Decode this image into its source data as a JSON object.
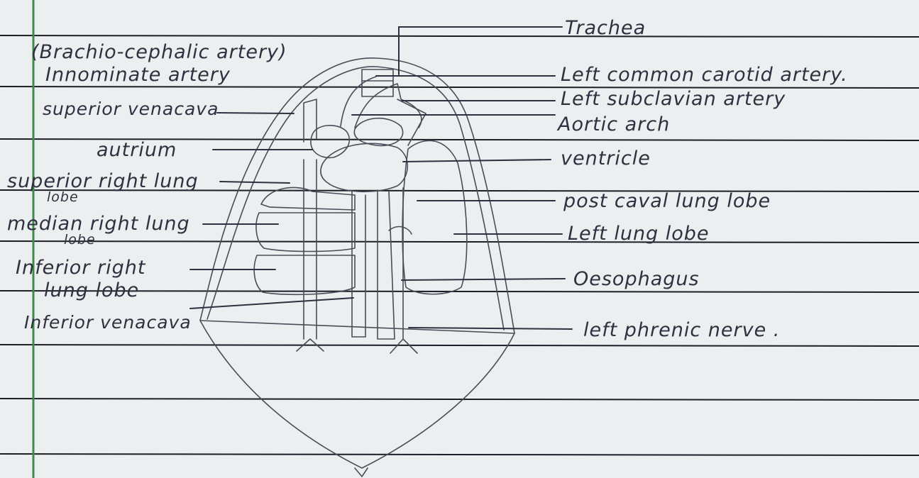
{
  "labels": {
    "left": {
      "brachiocephalic": "(Brachio-cephalic artery)",
      "innominate": "Innominate artery",
      "superior_vena_cava": "superior venacava",
      "atrium": "autrium",
      "superior_right_lung": "superior right lung",
      "superior_right_lung_2": "lobe",
      "median_right_lung": "median right lung",
      "median_right_lung_2": "lobe",
      "inferior_right": "Inferior right",
      "inferior_right_2": "lung lobe",
      "inferior_vena_cava": "Inferior venacava"
    },
    "right": {
      "trachea": "Trachea",
      "left_common_carotid": "Left common carotid artery.",
      "left_subclavian": "Left subclavian artery",
      "aortic_arch": "Aortic arch",
      "ventricle": "ventricle",
      "post_caval": "post caval lung lobe",
      "left_lung": "Left lung lobe",
      "oesophagus": "Oesophagus",
      "left_phrenic": "left phrenic nerve ."
    }
  },
  "colors": {
    "paper": "#eceff0",
    "rule_line": "#1c1d26",
    "margin_line": "#3e8a46",
    "ink": "#2f3040",
    "pencil": "#4a4c58"
  }
}
